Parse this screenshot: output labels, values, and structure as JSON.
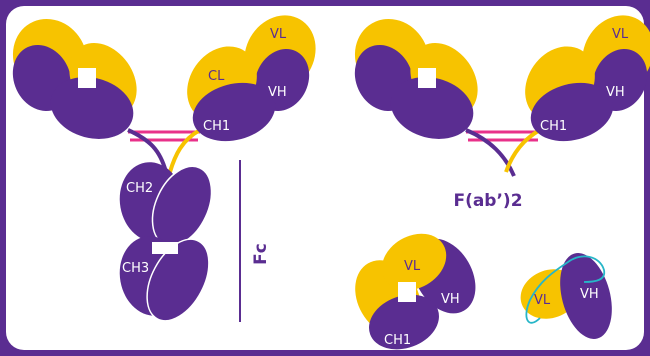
{
  "colors": {
    "frame": "#5a2d91",
    "panel": "#ffffff",
    "heavy_chain": "#5a2d91",
    "light_chain": "#f7c300",
    "disulfide": "#e8318a",
    "outline_accent": "#27b6c8"
  },
  "labels": {
    "vl": "VL",
    "vh": "VH",
    "cl": "CL",
    "ch1": "CH1",
    "ch2": "CH2",
    "ch3": "CH3",
    "fc": "Fc",
    "fab2": "F(ab’)2"
  }
}
